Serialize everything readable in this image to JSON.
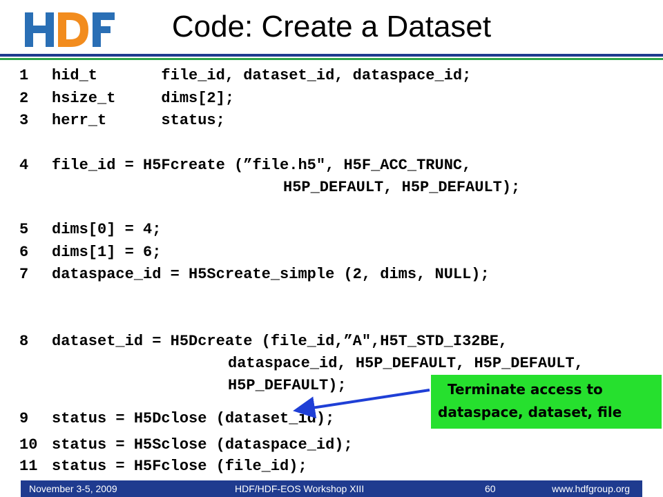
{
  "slide": {
    "title": "Code: Create a Dataset",
    "logo_text": "HDF"
  },
  "code_lines": [
    {
      "num": "1",
      "text": "hid_t       file_id, dataset_id, dataspace_id;"
    },
    {
      "num": "2",
      "text": "hsize_t     dims[2];"
    },
    {
      "num": "3",
      "text": "herr_t      status;"
    },
    {
      "num": "4",
      "text": "file_id = H5Fcreate (”file.h5\", H5F_ACC_TRUNC,"
    },
    {
      "num": "",
      "text": "H5P_DEFAULT, H5P_DEFAULT);"
    },
    {
      "num": "5",
      "text": "dims[0] = 4;"
    },
    {
      "num": "6",
      "text": "dims[1] = 6;"
    },
    {
      "num": "7",
      "text": "dataspace_id = H5Screate_simple (2, dims, NULL);"
    },
    {
      "num": "8",
      "text": "dataset_id = H5Dcreate (file_id,”A\",H5T_STD_I32BE,"
    },
    {
      "num": "",
      "text": "dataspace_id, H5P_DEFAULT, H5P_DEFAULT,"
    },
    {
      "num": "",
      "text": "H5P_DEFAULT);"
    },
    {
      "num": "9",
      "text": "status = H5Dclose (dataset_id);"
    },
    {
      "num": "10",
      "text": "status = H5Sclose (dataspace_id);"
    },
    {
      "num": "11",
      "text": "status = H5Fclose (file_id);"
    }
  ],
  "callout": {
    "line1": "Terminate access to",
    "line2": "dataspace, dataset, file"
  },
  "footer": {
    "date": "November 3-5, 2009",
    "event": "HDF/HDF-EOS Workshop XIII",
    "page": "60",
    "url": "www.hdfgroup.org"
  },
  "colors": {
    "footer_bg": "#1f3b8f",
    "callout_bg": "#26e02e",
    "arrow": "#1f3fd6",
    "logo_blue": "#2a6fb5",
    "logo_orange": "#f28c1e"
  }
}
